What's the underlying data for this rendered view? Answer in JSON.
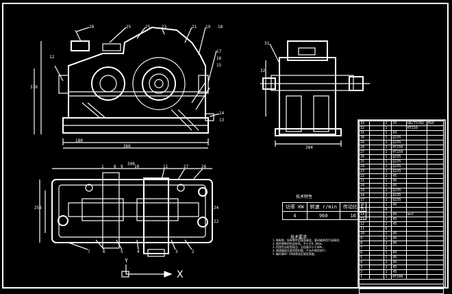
{
  "drawing": {
    "axis_x_label": "X",
    "axis_y_label": "Y",
    "front_view_labels": [
      "28",
      "25",
      "25",
      "23",
      "21",
      "19",
      "18",
      "17",
      "16",
      "15",
      "14",
      "13",
      "12"
    ],
    "side_view_labels": [
      "31",
      "32"
    ],
    "top_view_labels": [
      "7",
      "6",
      "5",
      "4",
      "3",
      "2",
      "1",
      "8",
      "9",
      "10",
      "11",
      "27",
      "26",
      "24",
      "22"
    ],
    "dims": [
      "366",
      "180",
      "370",
      "390",
      "284",
      "258"
    ]
  },
  "spec": {
    "title": "技术特性",
    "headers": [
      "功率 KW",
      "转速 r/min",
      "传动比 i"
    ],
    "values": [
      "4",
      "960",
      "16"
    ]
  },
  "notes": {
    "title": "技术要求",
    "lines": [
      "1.装配前，所有零件用煤油清洗，滚动轴承用汽油清洗；",
      "2.啮合侧隙用铅丝检验，不小于0.16mm；",
      "3.用涂色法检验斑点，沿齿高不小于40%；",
      "4.减速器剖分面涂密封胶，不允许使用垫片；",
      "5.箱内装HJ-50润滑油至规定高度。"
    ]
  },
  "parts_list": {
    "rows": [
      [
        "33",
        "",
        "2",
        "35",
        "GB/T5782",
        "M10"
      ],
      [
        "32",
        "",
        "1",
        "",
        "HT150",
        ""
      ],
      [
        "31",
        "",
        "1",
        "A3",
        "",
        ""
      ],
      [
        "30",
        "",
        "1",
        "Q235",
        "",
        ""
      ],
      [
        "29",
        "",
        "1",
        "Q235",
        "",
        ""
      ],
      [
        "28",
        "",
        "1",
        "HT150",
        "",
        ""
      ],
      [
        "27",
        "",
        "1",
        "HT150",
        "",
        ""
      ],
      [
        "26",
        "",
        "1",
        "Q235",
        "",
        ""
      ],
      [
        "25",
        "",
        "1",
        "Q235",
        "",
        ""
      ],
      [
        "24",
        "",
        "1",
        "Q235",
        "",
        ""
      ],
      [
        "23",
        "",
        "1",
        "Q235",
        "",
        ""
      ],
      [
        "22",
        "",
        "1",
        "45",
        "",
        ""
      ],
      [
        "21",
        "",
        "1",
        "45",
        "",
        ""
      ],
      [
        "20",
        "",
        "1",
        "45",
        "",
        ""
      ],
      [
        "19",
        "",
        "1",
        "Q235",
        "",
        ""
      ],
      [
        "18",
        "",
        "1",
        "Q235",
        "",
        ""
      ],
      [
        "17",
        "",
        "1",
        "Q235",
        "",
        ""
      ],
      [
        "16",
        "",
        "1",
        "45",
        "",
        ""
      ],
      [
        "15",
        "",
        "8",
        "",
        "",
        ""
      ],
      [
        "14",
        "",
        "1",
        "45",
        "m=2",
        ""
      ],
      [
        "13",
        "",
        "1",
        "45",
        "",
        ""
      ],
      [
        "12",
        "",
        "1",
        "45",
        "",
        ""
      ],
      [
        "11",
        "",
        "8",
        "",
        "",
        ""
      ],
      [
        "10",
        "",
        "1",
        "45",
        "",
        ""
      ],
      [
        "9",
        "",
        "1",
        "45",
        "",
        ""
      ],
      [
        "8",
        "",
        "1",
        "45",
        "",
        ""
      ],
      [
        "7",
        "",
        "1",
        "",
        "",
        ""
      ],
      [
        "6",
        "",
        "1",
        "45",
        "",
        ""
      ],
      [
        "5",
        "",
        "1",
        "45",
        "",
        ""
      ],
      [
        "4",
        "",
        "1",
        "45",
        "",
        ""
      ],
      [
        "3",
        "",
        "1",
        "45",
        "",
        ""
      ],
      [
        "2",
        "",
        "1",
        "45",
        "",
        ""
      ],
      [
        "1",
        "",
        "1",
        "HT200",
        "",
        ""
      ]
    ],
    "title_block": [
      "",
      "",
      ""
    ]
  }
}
